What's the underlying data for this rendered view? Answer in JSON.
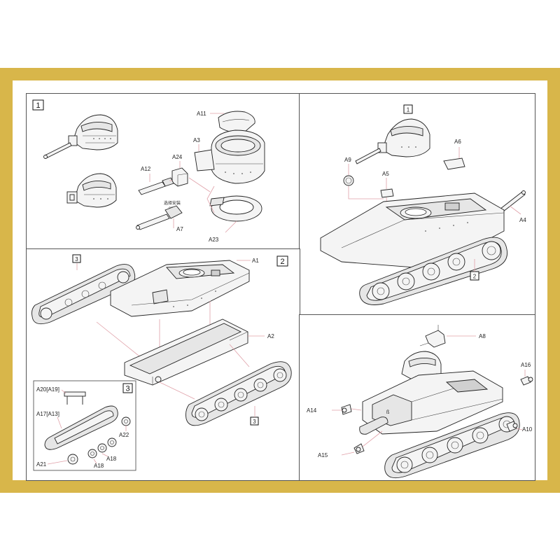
{
  "steps": {
    "step1": "1",
    "step2": "2",
    "step3": "3"
  },
  "panel_step1": {
    "parts": [
      "A11",
      "A3",
      "A24",
      "A12",
      "A7",
      "A23"
    ],
    "note": "选择安装"
  },
  "panel_step1_assembled": {
    "step_ref_top": "1",
    "step_ref_bottom": "2",
    "parts": [
      "A6",
      "A9",
      "A5",
      "A4"
    ]
  },
  "panel_step2": {
    "parts": [
      "A1",
      "A2"
    ],
    "track_ref_left": "3",
    "track_ref_right": "3"
  },
  "panel_step3_inset": {
    "step": "3",
    "parts": [
      "A20[A19]",
      "A17[A13]",
      "A22",
      "A18",
      "A18",
      "A21"
    ]
  },
  "panel_final": {
    "parts": [
      "A8",
      "A16",
      "A14",
      "A10",
      "A15"
    ]
  },
  "colors": {
    "frame": "#d8b64a",
    "leader": "#e0a0a8",
    "line": "#222222"
  }
}
